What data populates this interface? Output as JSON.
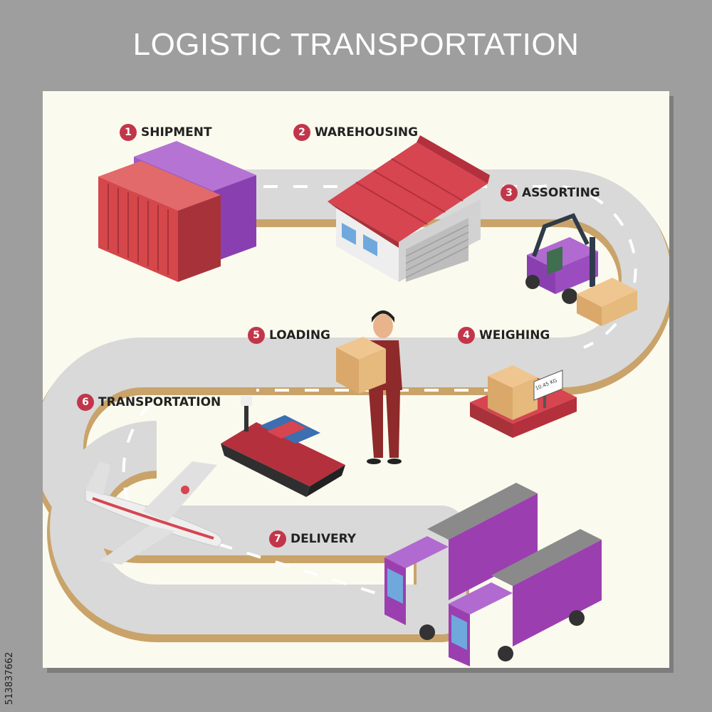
{
  "title": "LOGISTIC TRANSPORTATION",
  "side_id": "513837662",
  "steps": [
    {
      "number": "1",
      "label": "SHIPMENT"
    },
    {
      "number": "2",
      "label": "WAREHOUSING"
    },
    {
      "number": "3",
      "label": "ASSORTING"
    },
    {
      "number": "4",
      "label": "WEIGHING"
    },
    {
      "number": "5",
      "label": "LOADING"
    },
    {
      "number": "6",
      "label": "TRANSPORTATION"
    },
    {
      "number": "7",
      "label": "DELIVERY"
    }
  ],
  "scale_reading": "10.45 KG",
  "colors": {
    "background": "#9e9e9e",
    "panel": "#fbfaee",
    "road": "#d9d9d9",
    "road_edge": "#c9a36a",
    "badge": "#c2364a",
    "container_red": "#d5474a",
    "container_purple": "#a05bc2",
    "roof_red": "#d64550",
    "truck_purple": "#9b3fb0"
  }
}
